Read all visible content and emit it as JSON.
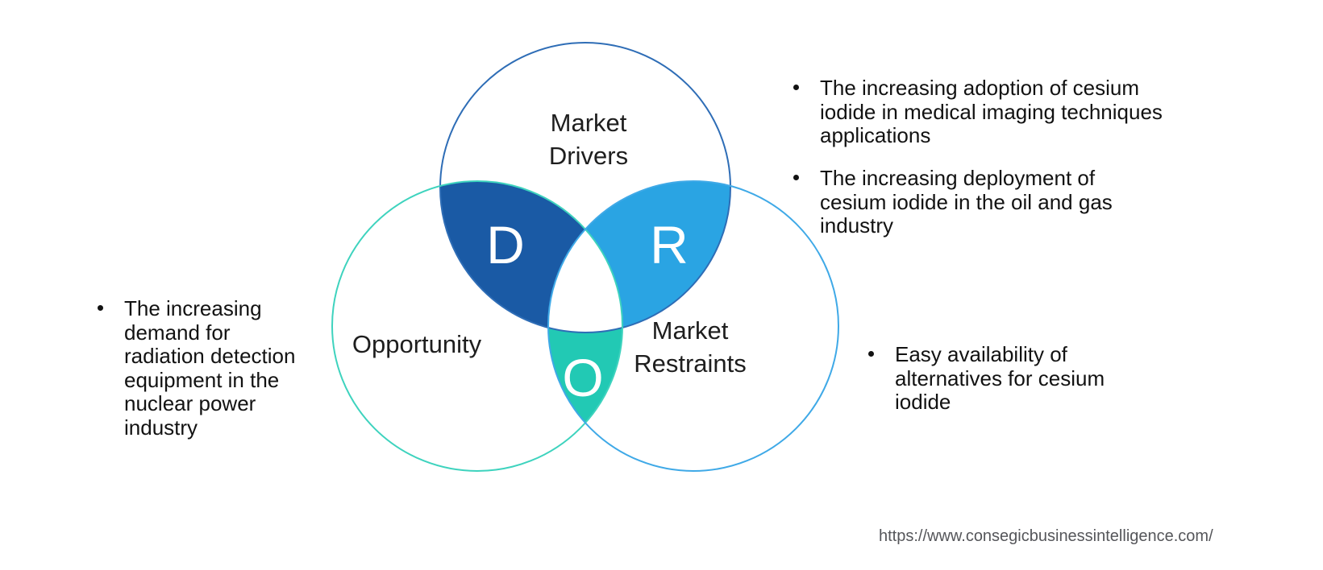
{
  "venn": {
    "colors": {
      "drivers_stroke": "#2e6db6",
      "opportunity_stroke": "#3ed3be",
      "restraints_stroke": "#3fa9e7",
      "d_fill": "#1a5aa5",
      "r_fill": "#2aa4e3",
      "o_fill": "#22c9b4"
    },
    "drivers_label": [
      "Market",
      "Drivers"
    ],
    "opportunity_label": [
      "Opportunity"
    ],
    "restraints_label": [
      "Market",
      "Restraints"
    ],
    "letter_d": "D",
    "letter_r": "R",
    "letter_o": "O"
  },
  "bullets": {
    "left": [
      "The increasing",
      "demand for",
      "radiation detection",
      "equipment in the",
      "nuclear power",
      "industry"
    ],
    "top_right_1": [
      "The increasing adoption of cesium",
      "iodide in medical imaging techniques",
      "applications"
    ],
    "top_right_2": [
      "The increasing deployment of",
      "cesium iodide in the oil and gas",
      "industry"
    ],
    "right_lower": [
      "Easy availability of",
      "alternatives for cesium",
      "iodide"
    ]
  },
  "footer": {
    "url": "https://www.consegicbusinessintelligence.com/"
  }
}
